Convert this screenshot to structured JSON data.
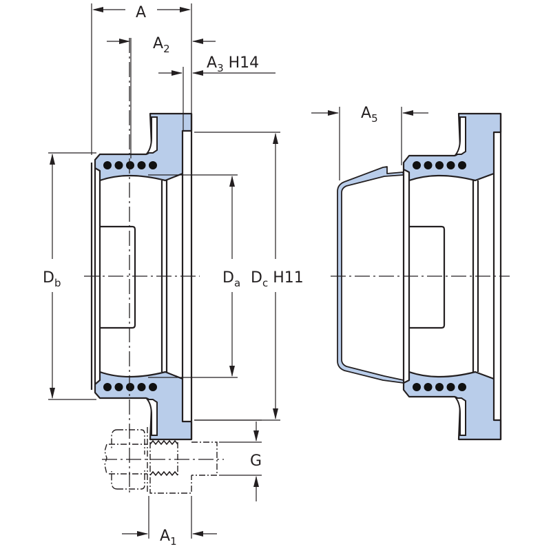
{
  "diagram": {
    "type": "technical cross-section drawing",
    "subject": "bearing housing flange with seal (left: with bolt; right: with cover cap)",
    "colors": {
      "body_fill": "#b9cdea",
      "line": "#231f20",
      "balls": "#111111"
    },
    "labels": {
      "A": {
        "main": "A",
        "sub": ""
      },
      "A1": {
        "main": "A",
        "sub": "1"
      },
      "A2": {
        "main": "A",
        "sub": "2"
      },
      "A3": {
        "main": "A",
        "sub": "3",
        "suffix": " H14"
      },
      "A5": {
        "main": "A",
        "sub": "5"
      },
      "Db": {
        "main": "D",
        "sub": "b"
      },
      "Da": {
        "main": "D",
        "sub": "a"
      },
      "Dc": {
        "main": "D",
        "sub": "c",
        "suffix": " H11"
      },
      "G": {
        "main": "G",
        "sub": ""
      }
    },
    "ball_count_per_row": 5
  }
}
